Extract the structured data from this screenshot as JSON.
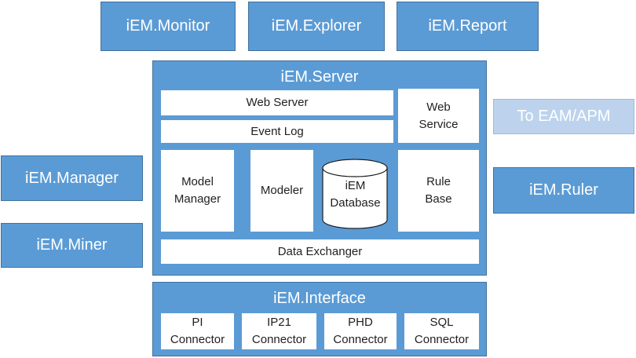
{
  "top": {
    "monitor": "iEM.Monitor",
    "explorer": "iEM.Explorer",
    "report": "iEM.Report"
  },
  "server": {
    "title": "iEM.Server",
    "web_server": "Web Server",
    "event_log": "Event Log",
    "web_service": "Web\nService",
    "model_manager": "Model\nManager",
    "modeler": "Modeler",
    "database": "iEM\nDatabase",
    "rule_base": "Rule\nBase",
    "data_exchanger": "Data Exchanger"
  },
  "left": {
    "manager": "iEM.Manager",
    "miner": "iEM.Miner"
  },
  "right": {
    "eam_apm": "To EAM/APM",
    "ruler": "iEM.Ruler"
  },
  "interface": {
    "title": "iEM.Interface",
    "connectors": [
      "PI\nConnector",
      "IP21\nConnector",
      "PHD\nConnector",
      "SQL\nConnector"
    ]
  },
  "colors": {
    "box_fill": "#5b9bd5",
    "box_border": "#41719c",
    "faded_box_fill": "#bdd3ed",
    "inner_fill": "#ffffff"
  }
}
